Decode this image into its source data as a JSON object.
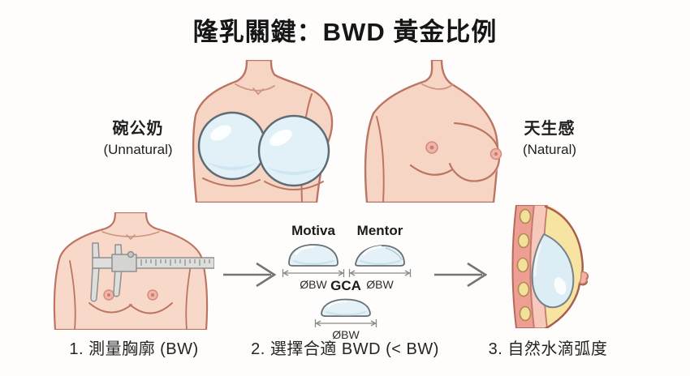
{
  "title": "隆乳關鍵：BWD 黃金比例",
  "comparison": {
    "unnatural": {
      "name_zh": "碗公奶",
      "name_en": "(Unnatural)"
    },
    "natural": {
      "name_zh": "天生感",
      "name_en": "(Natural)"
    }
  },
  "steps": [
    {
      "caption": "1. 測量胸廓 (BW)"
    },
    {
      "caption": "2. 選擇合適 BWD (< BW)"
    },
    {
      "caption": "3. 自然水滴弧度"
    }
  ],
  "implants": [
    {
      "brand": "Motiva",
      "width_label": "ØBW"
    },
    {
      "brand": "Mentor",
      "width_label": "ØBW"
    },
    {
      "brand": "GCA",
      "width_label": "ØBW"
    }
  ],
  "palette": {
    "background": "#FEFDFB",
    "skin": "#F7D5C5",
    "skin_outline": "#BD7563",
    "implant_fill": "#E2F1F8",
    "implant_outline": "#5E6B74",
    "fat_yellow": "#F8E4A2",
    "muscle_pink": "#EF9E93",
    "rib_yellow": "#F3E19B",
    "caliper_gray": "#DEDEDC",
    "arrow_gray": "#757470",
    "text": "#1C1C1C"
  }
}
